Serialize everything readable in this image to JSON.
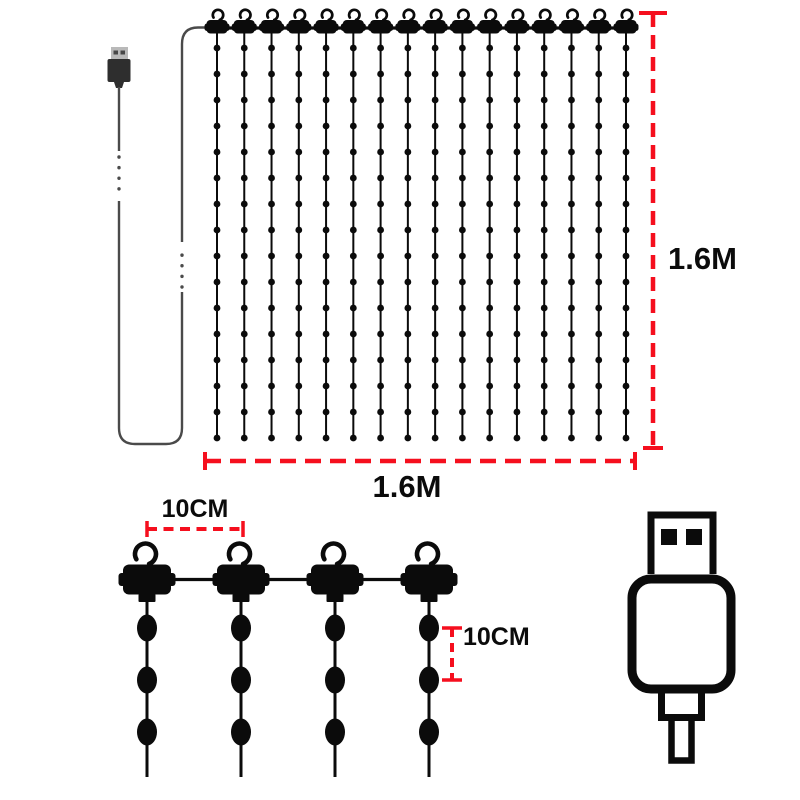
{
  "colors": {
    "ink": "#0b0b0b",
    "dimension_red": "#f50f1e",
    "cable_gray": "#4a4a4a",
    "usb_metal_gray": "#b9b9b9",
    "usb_body_dark": "#2e2e2e"
  },
  "curtain": {
    "columns": 16,
    "lights_per_column": 16,
    "height_label": "1.6M",
    "width_label": "1.6M"
  },
  "detail": {
    "hook_count": 4,
    "lights_shown_per_strand": 3,
    "hook_spacing_label": "10CM",
    "light_spacing_label": "10CM"
  }
}
